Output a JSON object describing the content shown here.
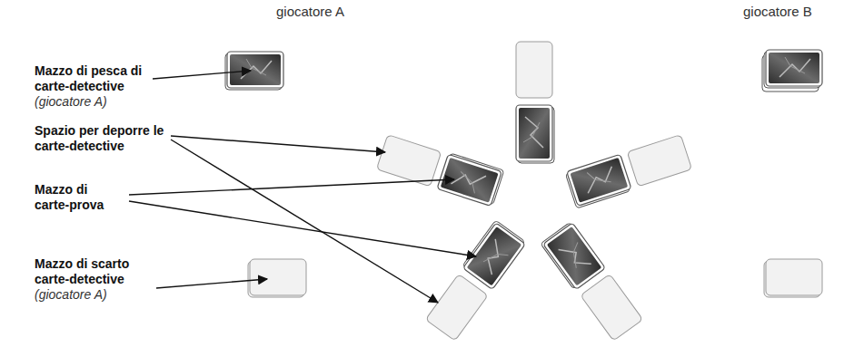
{
  "diagram": {
    "labels": [
      "giocatore A",
      "giocatore B",
      "Mazzo di pesca di carte-detective",
      "(giocatore A)",
      "Spazio per deporre le carte-detective",
      "Mazzo di carte-prova",
      "Mazzo di scarto carte-detective",
      "(giocatore A)"
    ]
  }
}
